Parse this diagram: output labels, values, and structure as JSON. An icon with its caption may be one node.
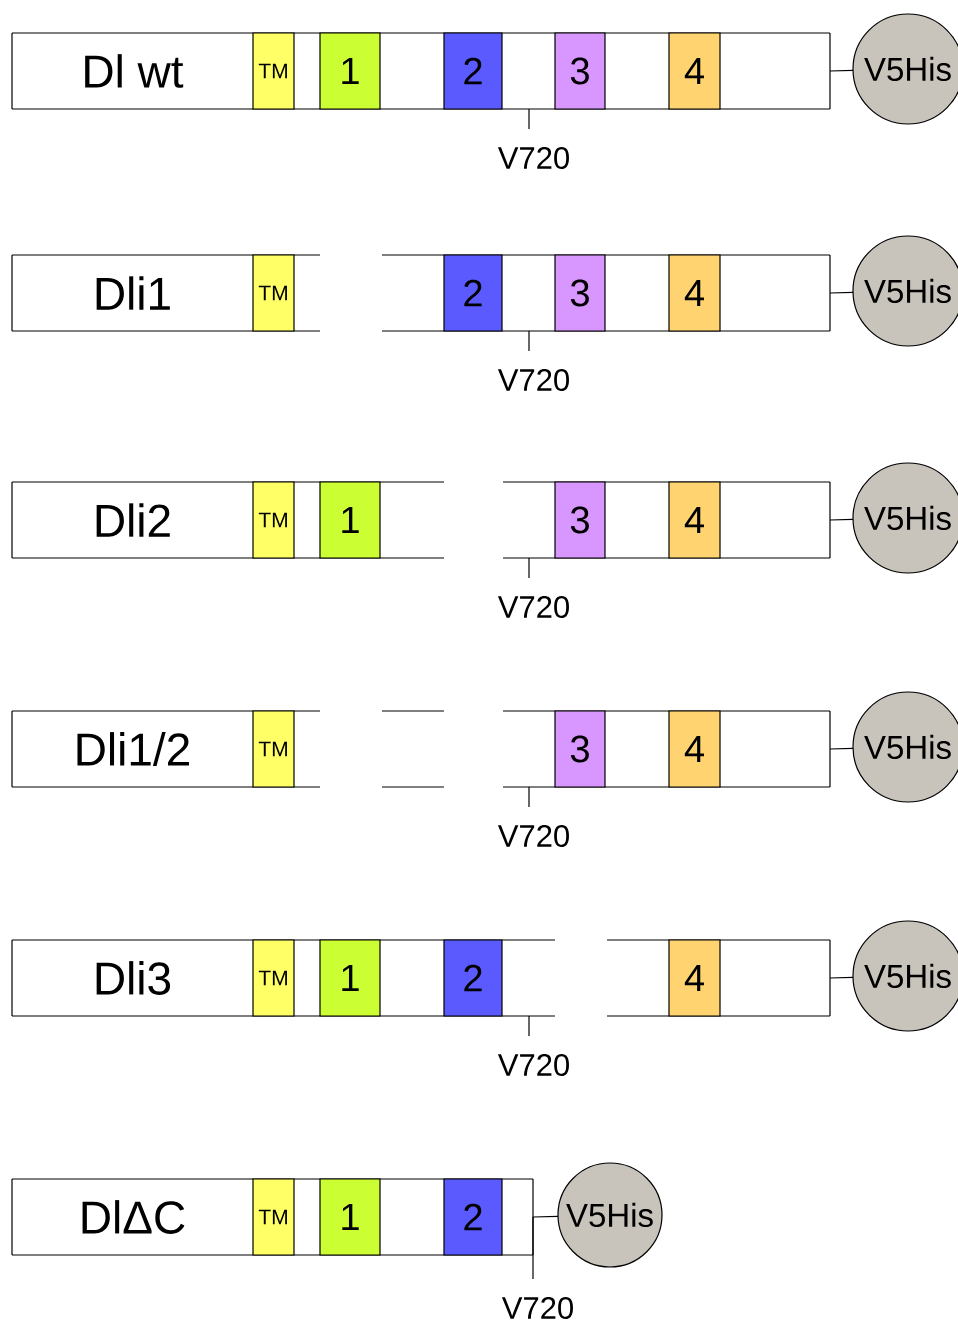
{
  "diagram": {
    "nodes": [
      {
        "text": [
          "Dl wt"
        ]
      },
      {
        "text": [
          "TM"
        ],
        "in": 0
      },
      {
        "text": [
          "1"
        ],
        "in": 0
      },
      {
        "text": [
          "2"
        ],
        "in": 0
      },
      {
        "text": [
          "3"
        ],
        "in": 0
      },
      {
        "text": [
          "4"
        ],
        "in": 0
      },
      {
        "text": [
          "V5His"
        ]
      },
      {
        "text": [
          "Dli1"
        ]
      },
      {
        "text": [
          "TM"
        ],
        "in": 7
      },
      {
        "text": [
          "2"
        ],
        "in": 7
      },
      {
        "text": [
          "3"
        ],
        "in": 7
      },
      {
        "text": [
          "4"
        ],
        "in": 7
      },
      {
        "text": [
          "V5His"
        ]
      },
      {
        "text": [
          "Dli2"
        ]
      },
      {
        "text": [
          "TM"
        ],
        "in": 13
      },
      {
        "text": [
          "1"
        ],
        "in": 13
      },
      {
        "text": [
          "3"
        ],
        "in": 13
      },
      {
        "text": [
          "4"
        ],
        "in": 13
      },
      {
        "text": [
          "V5His"
        ]
      },
      {
        "text": [
          "Dli1/2"
        ]
      },
      {
        "text": [
          "TM"
        ],
        "in": 19
      },
      {
        "text": [
          "3"
        ],
        "in": 19
      },
      {
        "text": [
          "4"
        ],
        "in": 19
      },
      {
        "text": [
          "V5His"
        ]
      },
      {
        "text": [
          "Dli3"
        ]
      },
      {
        "text": [
          "TM"
        ],
        "in": 24
      },
      {
        "text": [
          "1"
        ],
        "in": 24
      },
      {
        "text": [
          "2"
        ],
        "in": 24
      },
      {
        "text": [
          "4"
        ],
        "in": 24
      },
      {
        "text": [
          "V5His"
        ]
      },
      {
        "text": [
          "DlΔC"
        ]
      },
      {
        "text": [
          "TM"
        ],
        "in": 30
      },
      {
        "text": [
          "1"
        ],
        "in": 30
      },
      {
        "text": [
          "2"
        ],
        "in": 30
      },
      {
        "text": [
          "V5His"
        ]
      }
    ],
    "edges": [
      {
        "from": 0,
        "to": 6,
        "arrow": "none"
      },
      {
        "from": 7,
        "to": 12,
        "arrow": "none"
      },
      {
        "from": 13,
        "to": 18,
        "arrow": "none"
      },
      {
        "from": 19,
        "to": 23,
        "arrow": "none"
      },
      {
        "from": 24,
        "to": 29,
        "arrow": "none"
      },
      {
        "from": 30,
        "to": 34,
        "arrow": "none"
      }
    ],
    "labels": [
      "V720",
      "V720",
      "V720",
      "V720",
      "V720",
      "V720"
    ]
  }
}
